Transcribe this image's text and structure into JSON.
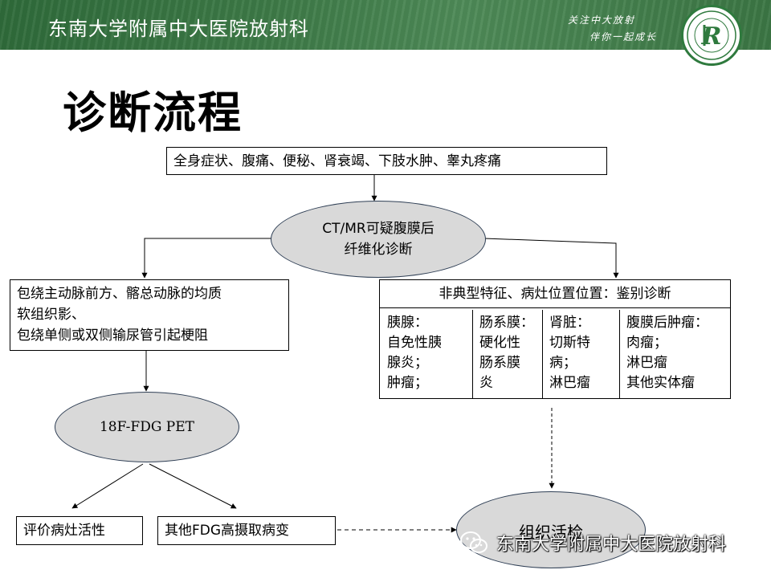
{
  "header": {
    "title": "东南大学附属中大医院放射科",
    "slogan_line1": "关注中大放射",
    "slogan_line2": "伴你一起成长"
  },
  "page_title": "诊断流程",
  "flow": {
    "symptoms": "全身症状、腹痛、便秘、肾衰竭、下肢水肿、睾丸疼痛",
    "ct_mr": [
      "CT/MR可疑腹膜后",
      "纤维化诊断"
    ],
    "left_box": [
      "包绕主动脉前方、髂总动脉的均质",
      "软组织影、",
      "包绕单侧或双侧输尿管引起梗阻"
    ],
    "pet": "18F-FDG PET",
    "eval_activity": "评价病灶活性",
    "other_lesions": "其他FDG高摄取病变",
    "biopsy": "组织活检",
    "differential": {
      "header": "非典型特征、病灶位置位置：鉴别诊断",
      "columns": [
        [
          "胰腺：",
          "自免性胰",
          "腺炎；",
          "肿瘤；"
        ],
        [
          "肠系膜：",
          "硬化性",
          "肠系膜",
          "炎"
        ],
        [
          "肾脏：",
          "切斯特",
          "病；",
          "淋巴瘤"
        ],
        [
          "腹膜后肿瘤：",
          "肉瘤；",
          "淋巴瘤",
          "其他实体瘤"
        ]
      ]
    }
  },
  "watermark": "东南大学附属中大医院放射科",
  "colors": {
    "banner": "#3d7a47",
    "ellipse_fill": "#d9d9d9",
    "ellipse_border": "#2f3f55"
  }
}
